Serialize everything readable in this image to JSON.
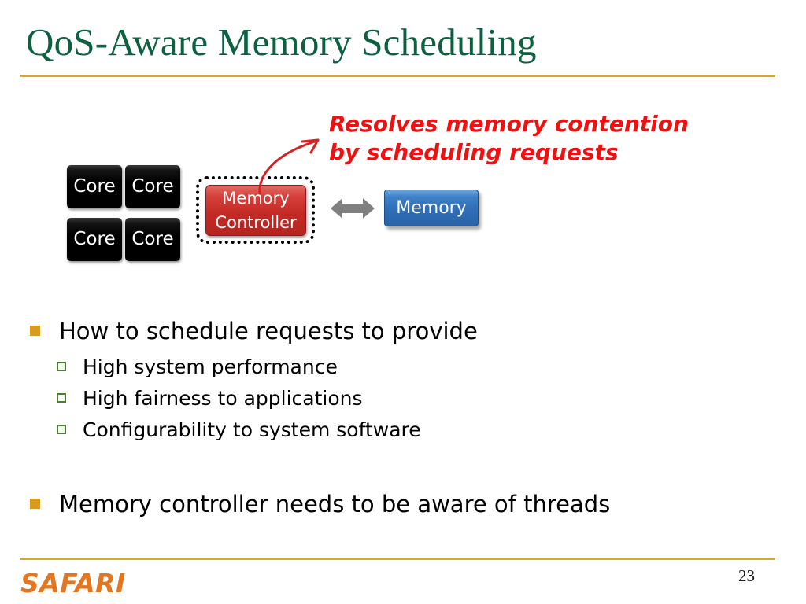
{
  "slide": {
    "title": "QoS-Aware Memory Scheduling",
    "page_number": "23",
    "logo": "SAFARI",
    "accent_rule_color": "#d9a72c",
    "title_color": "#0d6141",
    "logo_color": "#e3761e"
  },
  "diagram": {
    "cores": [
      {
        "label": "Core"
      },
      {
        "label": "Core"
      },
      {
        "label": "Core"
      },
      {
        "label": "Core"
      }
    ],
    "memory_controller": {
      "line1": "Memory",
      "line2": "Controller",
      "color": "#c42b26",
      "border_style": "dotted"
    },
    "memory": {
      "label": "Memory",
      "color": "#2f6fb8"
    },
    "link_arrow": {
      "name": "bidirectional-arrow",
      "color": "#808080"
    },
    "callout": {
      "line1": "Resolves memory contention",
      "line2": "by scheduling requests",
      "color": "#ee1111",
      "arrow_color": "#d62222"
    }
  },
  "bullets": {
    "level1_marker_color": "#d99a20",
    "level2_marker_color": "#4e7d32",
    "items": [
      {
        "level": 1,
        "text": "How to schedule requests to provide"
      },
      {
        "level": 2,
        "text": "High system performance"
      },
      {
        "level": 2,
        "text": "High fairness to applications"
      },
      {
        "level": 2,
        "text": "Configurability to system software"
      },
      {
        "level": 1,
        "text": "Memory controller needs to be aware of threads"
      }
    ]
  }
}
